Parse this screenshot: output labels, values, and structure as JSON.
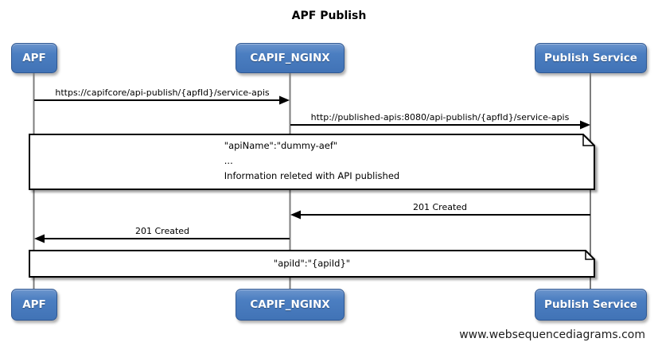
{
  "title": "APF Publish",
  "watermark": "www.websequencediagrams.com",
  "actors": [
    {
      "id": "apf",
      "label": "APF"
    },
    {
      "id": "capif-nginx",
      "label": "CAPIF_NGINX"
    },
    {
      "id": "publish-service",
      "label": "Publish Service"
    }
  ],
  "messages": [
    {
      "from": "APF",
      "to": "CAPIF_NGINX",
      "direction": "right",
      "label": "https://capifcore/api-publish/{apfId}/service-apis"
    },
    {
      "from": "CAPIF_NGINX",
      "to": "Publish Service",
      "direction": "right",
      "label": "http://published-apis:8080/api-publish/{apfId}/service-apis"
    },
    {
      "from": "Publish Service",
      "to": "CAPIF_NGINX",
      "direction": "left",
      "label": "201 Created"
    },
    {
      "from": "CAPIF_NGINX",
      "to": "APF",
      "direction": "left",
      "label": "201 Created"
    }
  ],
  "notes": [
    {
      "lines": [
        "\"apiName\":\"dummy-aef\"",
        "...",
        "Information releted with API published"
      ]
    },
    {
      "lines": [
        "\"apiId\":\"{apiId}\""
      ]
    }
  ],
  "colors": {
    "actor_fill": "#4b7ec1",
    "actor_border": "#2f5893",
    "lifeline": "#7d7d7d",
    "arrow": "#000000",
    "note_fill": "#ffffff",
    "note_border": "#000000"
  }
}
